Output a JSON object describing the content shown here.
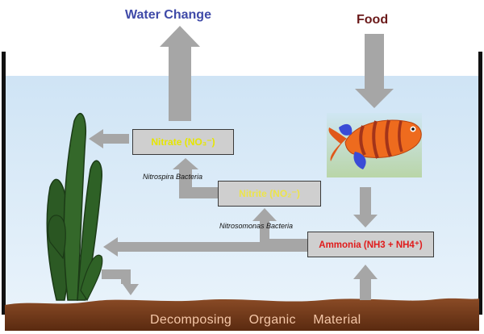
{
  "titles": {
    "water_change": "Water Change",
    "food": "Food"
  },
  "compounds": {
    "nitrate": "Nitrate (NO₃⁻)",
    "nitrite": "Nitrite (NO₂⁻)",
    "ammonia": "Ammonia (NH3 + NH4⁺)"
  },
  "bacteria": {
    "nitrospira": "Nitrospira Bacteria",
    "nitrosomonas": "Nitrosomonas Bacteria"
  },
  "substrate_label": "Decomposing  Organic  Material",
  "colors": {
    "water": "#cfe6f7",
    "arrow": "#a6a6a6",
    "substrate": "#7a3d1c",
    "plant": "#2d5a22",
    "fish": "#e8621c"
  }
}
